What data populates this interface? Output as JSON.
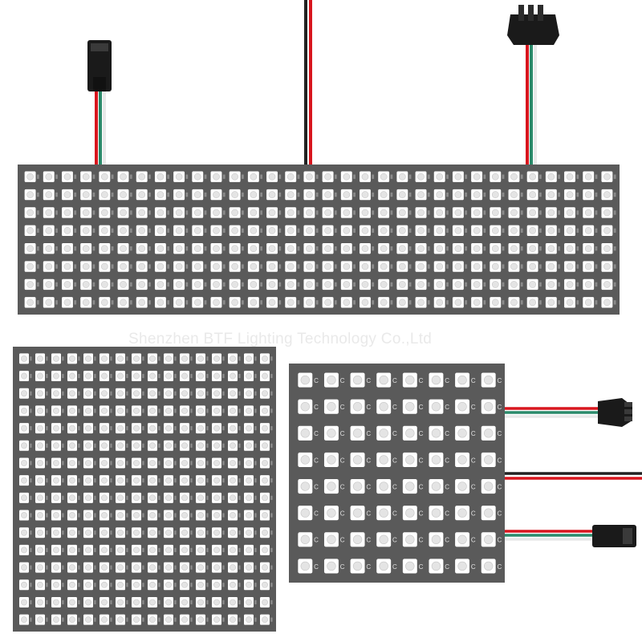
{
  "watermark_text": "Shenzhen BTF Lighting Technology Co.,Ltd",
  "colors": {
    "pcb": "#5a5a5a",
    "led_body": "#ffffff",
    "led_lens": "#e4e4e4",
    "wire_red": "#d8161e",
    "wire_green": "#2a8a6a",
    "wire_white": "#e8e8e8",
    "wire_black": "#222222",
    "connector": "#1a1a1a"
  },
  "panels": [
    {
      "name": "panel-8x32",
      "rows": 8,
      "cols": 32
    },
    {
      "name": "panel-16x16",
      "rows": 16,
      "cols": 16
    },
    {
      "name": "panel-8x8",
      "rows": 8,
      "cols": 8,
      "label": "C"
    }
  ]
}
